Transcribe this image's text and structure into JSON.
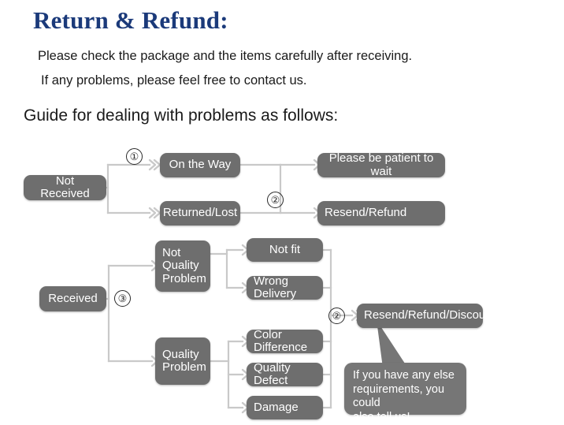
{
  "document": {
    "title": "Return & Refund:",
    "lead_line_1": "Please check the package and the items carefully after receiving.",
    "lead_line_2": "If any problems, please feel free to contact us.",
    "guide_heading": "Guide for dealing with problems as follows:"
  },
  "colors": {
    "title_blue": "#1b3a7a",
    "node_gray": "#6e6e6e",
    "callout_gray": "#767676",
    "connector_gray": "#c9c9c9",
    "text_white": "#ffffff",
    "page_background": "#ffffff"
  },
  "flow": {
    "nodes": {
      "not_received": "Not Received",
      "on_the_way": "On the Way",
      "returned_lost": "Returned/Lost",
      "please_be_patient": "Please be patient to wait",
      "resend_refund": "Resend/Refund",
      "received": "Received",
      "not_quality_problem": "Not\nQuality\nProblem",
      "quality_problem": "Quality\nProblem",
      "not_fit": "Not fit",
      "wrong_delivery": "Wrong Delivery",
      "color_difference": "Color Difference",
      "quality_defect": "Quality Defect",
      "damage": "Damage",
      "resend_refund_discount": "Resend/Refund/Discount"
    },
    "markers": {
      "one": "①",
      "two_top": "②",
      "three": "③",
      "two_bottom": "②"
    },
    "callout": {
      "text": "If you have any else\nrequirements, you could\nalso tell us!"
    }
  }
}
